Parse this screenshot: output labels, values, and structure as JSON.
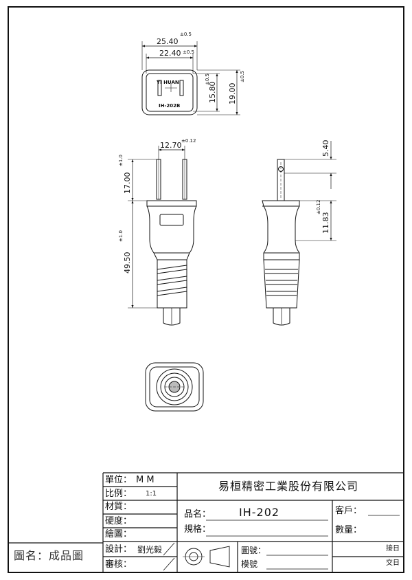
{
  "drawing": {
    "top_view": {
      "marking_line1": "YI  HUAN",
      "marking_line2": "IH-202B",
      "dims": [
        {
          "value": "25.40",
          "tol": "±0.5"
        },
        {
          "value": "22.40",
          "tol": "±0.5"
        },
        {
          "value": "15.80",
          "tol": "±0.5"
        },
        {
          "value": "19.00",
          "tol": "±0.5"
        }
      ]
    },
    "front_view": {
      "dims": [
        {
          "value": "12.70",
          "tol": "±0.12"
        },
        {
          "value": "17.00",
          "tol": "±1.0"
        },
        {
          "value": "49.50",
          "tol": "±1.0"
        }
      ]
    },
    "side_view": {
      "dims": [
        {
          "value": "5.40",
          "tol": ""
        },
        {
          "value": "11.83",
          "tol": "±0.12"
        }
      ]
    }
  },
  "title_block": {
    "unit_label": "單位：",
    "unit_value": "M    M",
    "scale_label": "比例：",
    "scale_value": "1:1",
    "material_label": "材質：",
    "hardness_label": "硬度：",
    "drawn_label": "繪圖：",
    "design_label": "設計：",
    "design_value": "劉光毅",
    "review_label": "審核：",
    "company": "易桓精密工業股份有限公司",
    "part_name_label": "品名：",
    "part_name_value": "IH-202",
    "spec_label": "規格：",
    "customer_label": "客戶：",
    "quantity_label": "數量：",
    "drawing_no_label": "圖號：",
    "mold_no_label": "模號",
    "received_label": "接日",
    "delivery_label": "交日",
    "drawing_title": "圖名：成品圖"
  }
}
